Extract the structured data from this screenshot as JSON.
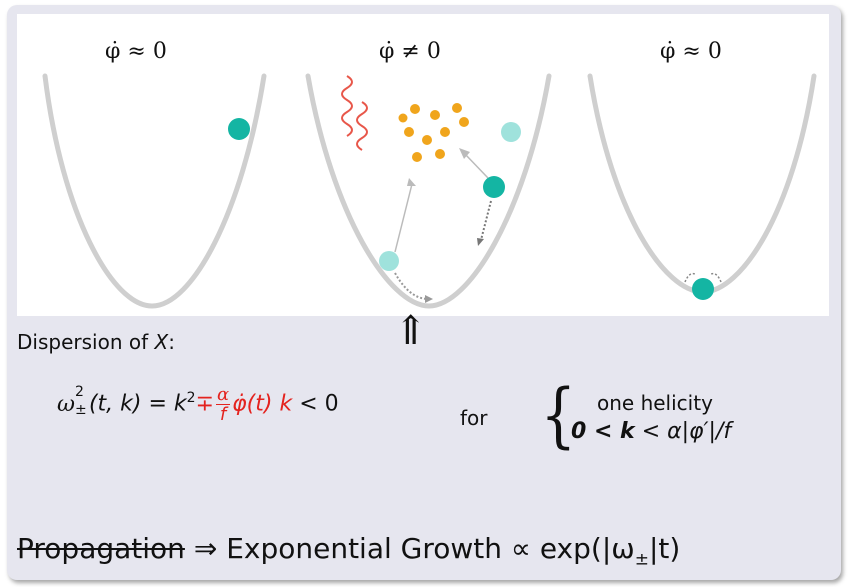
{
  "panels": [
    {
      "label": "φ̇ ≈ 0"
    },
    {
      "label": "φ̇ ≠ 0"
    },
    {
      "label": "φ̇ ≈ 0"
    }
  ],
  "colors": {
    "slide_bg": "#e6e6ef",
    "highlight": "#e4231f",
    "ball": "#14b5a3",
    "ball_faded": "#9fe2dc",
    "particles": "#f0a51c",
    "wave": "#e8574a",
    "potential": "#cfcfcf"
  },
  "dispersion_label": {
    "text": "Dispersion of ",
    "var": "X",
    "colon": ":"
  },
  "up_arrow": "⇑",
  "equation": {
    "lhs": "ω",
    "sup": "2",
    "sub": "±",
    "args": "(t, k) = k",
    "k_sup": "2",
    "mp": "∓",
    "alpha": "α",
    "f": "f",
    "phidot": "φ̇(t) k",
    "rhs": " < 0",
    "for_word": "for"
  },
  "cases": {
    "brace": "{",
    "line1": "one helicity",
    "line2_lhs": "0 < k",
    "line2_rhs": " < α|φ′|/f"
  },
  "bottom": {
    "struck": "Propagation",
    "implies": " ⇒ ",
    "text": "Exponential Growth ∝ exp(|ω",
    "sub": "±",
    "tail": "|t)"
  }
}
